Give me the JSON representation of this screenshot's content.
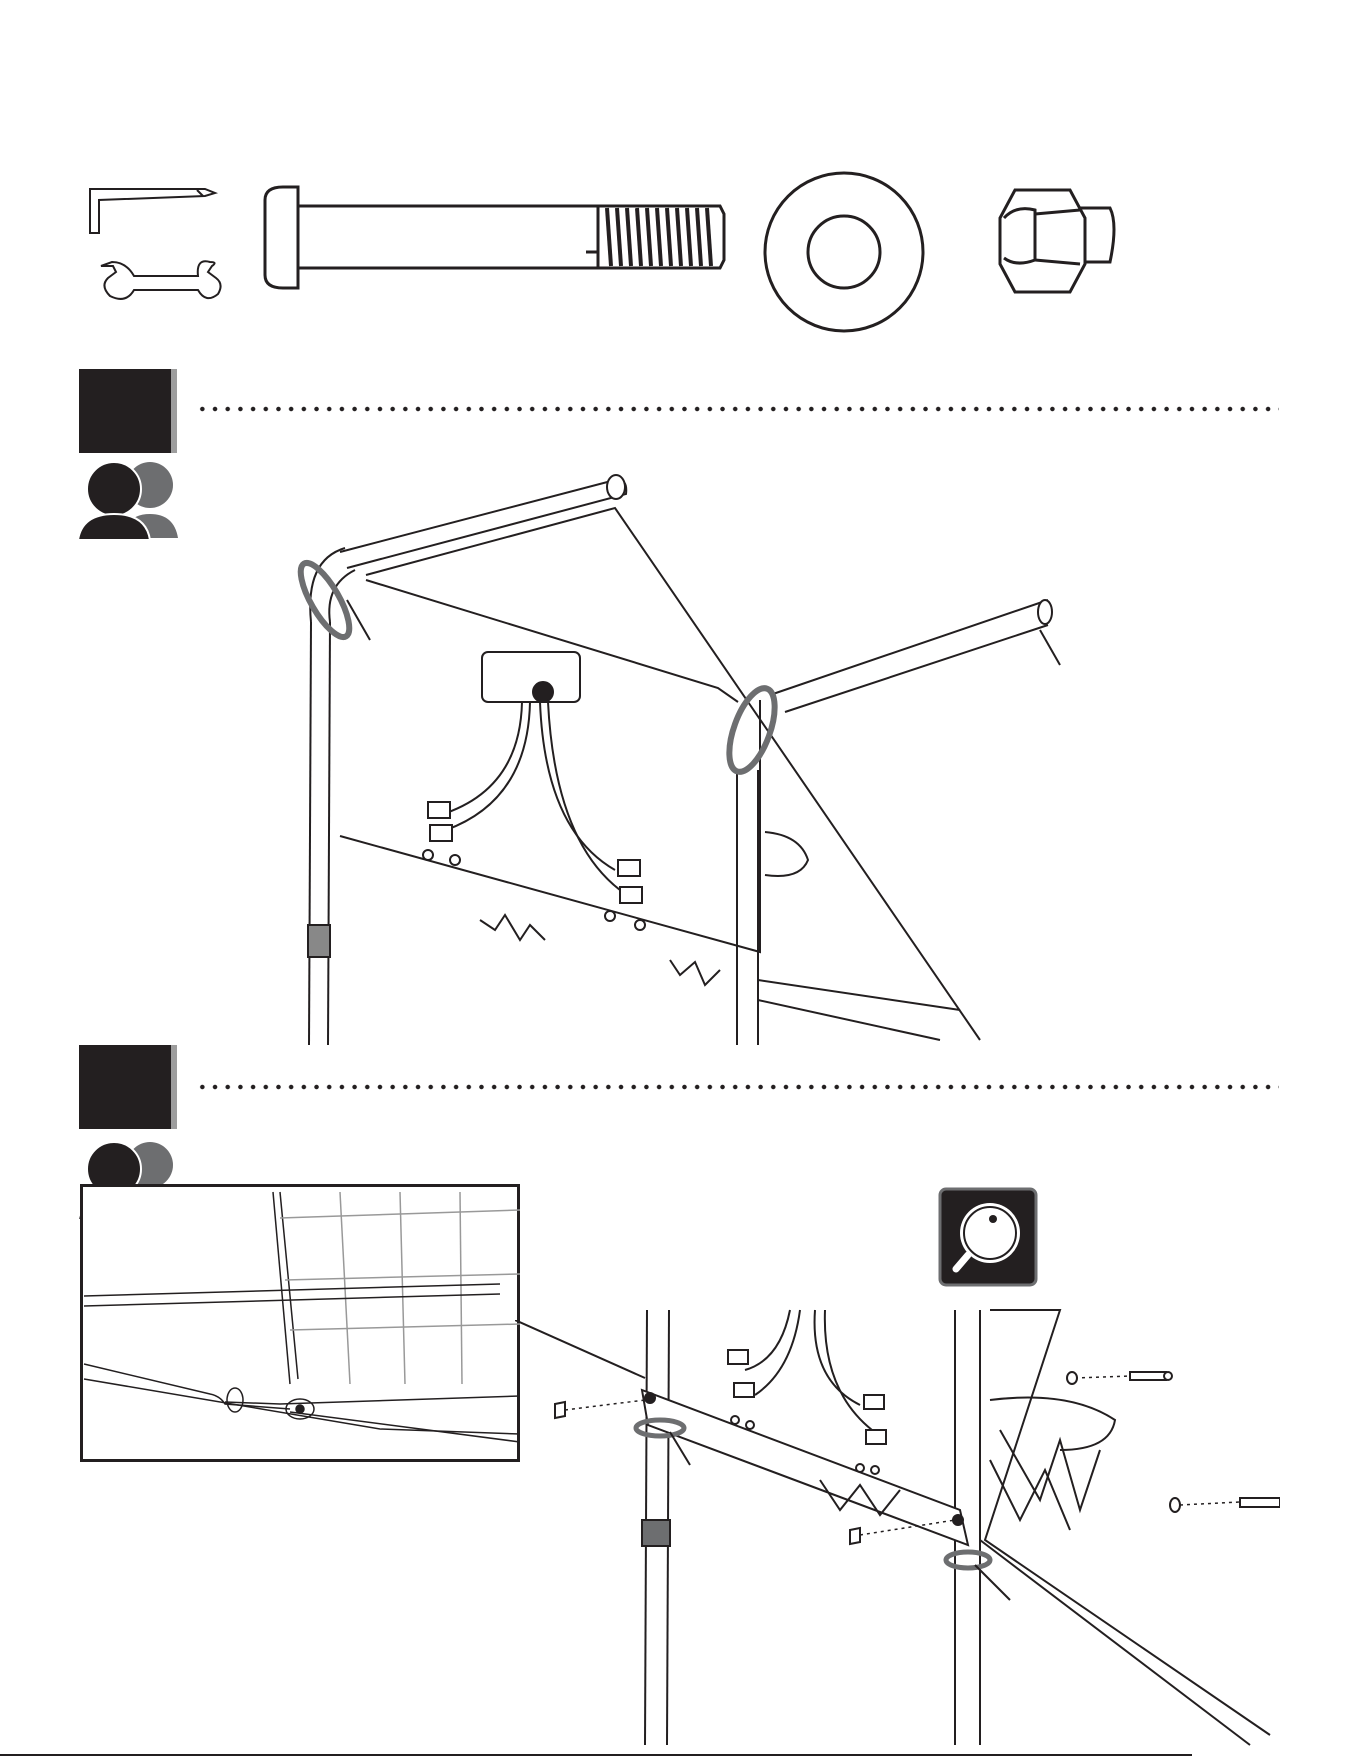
{
  "steps": [
    {
      "number": ""
    },
    {
      "number": ""
    }
  ],
  "hardware": {
    "tools": [
      "hex-key",
      "wrench"
    ],
    "parts": [
      "bolt",
      "washer",
      "lock-nut"
    ]
  },
  "icons": {
    "two_person": "two-person-icon",
    "magnifier": "magnifier-detail-icon"
  },
  "footer": {
    "page_number": ""
  },
  "colors": {
    "ink": "#231f20",
    "gray": "#6d6e70",
    "light_gray": "#9d9d9d"
  }
}
